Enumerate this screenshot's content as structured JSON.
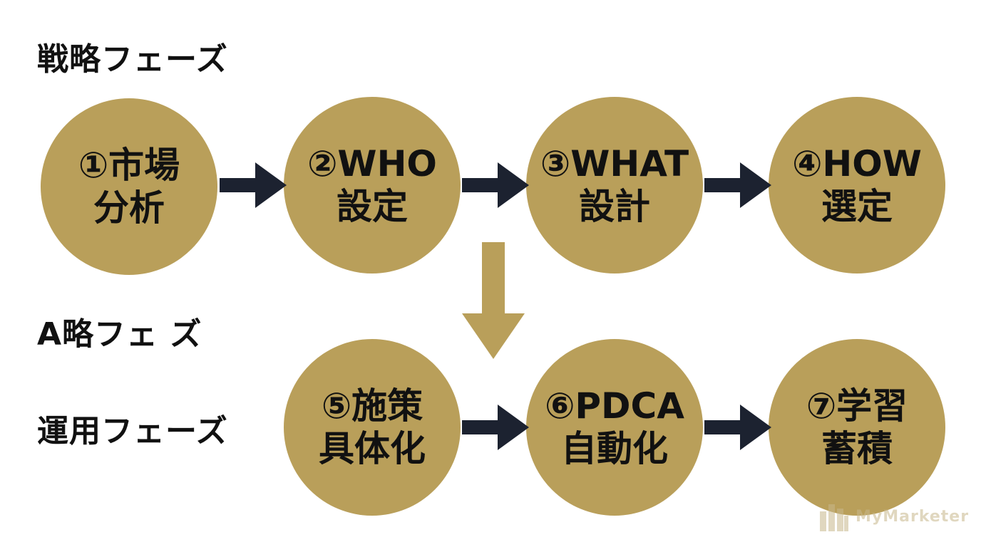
{
  "phases": {
    "strategy": "戦略フェーズ",
    "middle": "A略フェ ズ",
    "operation": "運用フェーズ"
  },
  "nodes": [
    {
      "id": "market-analysis",
      "line1": "①市場",
      "line2": "分析"
    },
    {
      "id": "who-setting",
      "line1": "②WHO",
      "line2": "設定"
    },
    {
      "id": "what-design",
      "line1": "③WHAT",
      "line2": "設計"
    },
    {
      "id": "how-selection",
      "line1": "④HOW",
      "line2": "選定"
    },
    {
      "id": "measure-detail",
      "line1": "⑤施策",
      "line2": "具体化"
    },
    {
      "id": "pdca-automation",
      "line1": "⑥PDCA",
      "line2": "自動化"
    },
    {
      "id": "learning-accumulation",
      "line1": "⑦学習",
      "line2": "蓄積"
    }
  ],
  "watermark": {
    "text": "MyMarketer",
    "icon": "building-logo-icon"
  },
  "colors": {
    "circle": "#b99f5a",
    "arrow_dark": "#1c2230",
    "arrow_gold": "#b99f5a",
    "text": "#111111"
  }
}
